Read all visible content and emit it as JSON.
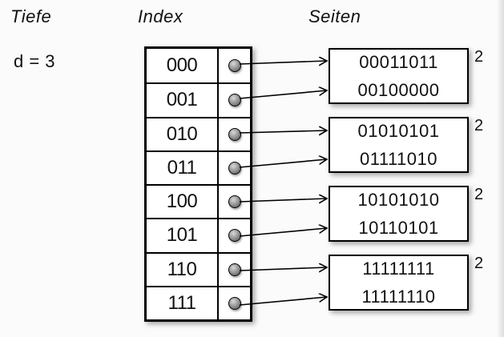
{
  "labels": {
    "depth_header": "Tiefe",
    "index_header": "Index",
    "pages_header": "Seiten",
    "global_depth": "d = 3"
  },
  "index_table": {
    "rows": [
      {
        "label": "000",
        "points_to_page": 0
      },
      {
        "label": "001",
        "points_to_page": 0
      },
      {
        "label": "010",
        "points_to_page": 1
      },
      {
        "label": "011",
        "points_to_page": 1
      },
      {
        "label": "100",
        "points_to_page": 2
      },
      {
        "label": "101",
        "points_to_page": 2
      },
      {
        "label": "110",
        "points_to_page": 3
      },
      {
        "label": "111",
        "points_to_page": 3
      }
    ]
  },
  "pages": [
    {
      "entries": [
        "00011011",
        "00100000"
      ],
      "local_depth": "2"
    },
    {
      "entries": [
        "01010101",
        "01111010"
      ],
      "local_depth": "2"
    },
    {
      "entries": [
        "10101010",
        "10110101"
      ],
      "local_depth": "2"
    },
    {
      "entries": [
        "11111111",
        "11111110"
      ],
      "local_depth": "2"
    }
  ],
  "colors": {
    "background": "#fbfbfb",
    "stroke": "#000000",
    "text": "#111111",
    "dot_fill": "#9a9a9a"
  }
}
